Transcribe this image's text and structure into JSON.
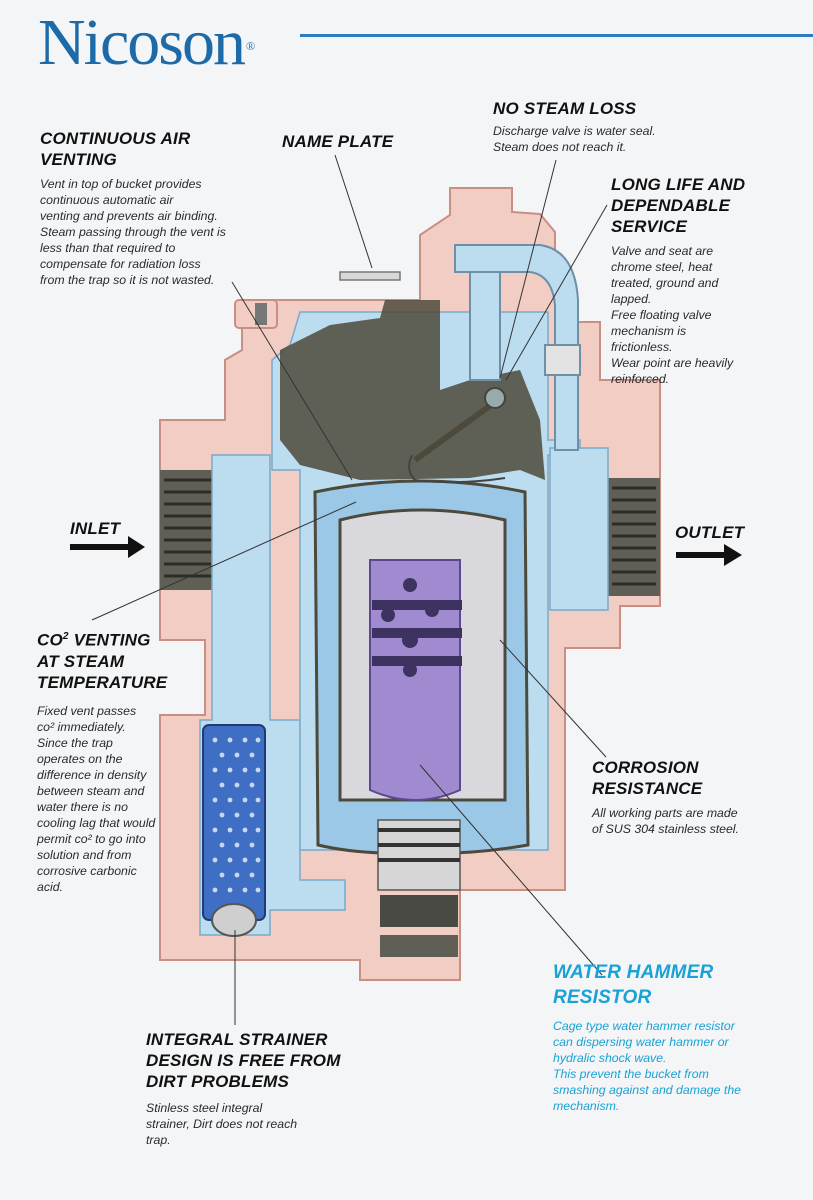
{
  "brand": {
    "name": "Nicoson",
    "mark": "®"
  },
  "labels": {
    "continuous_air": {
      "title": "CONTINUOUS AIR\nVENTING",
      "text": "Vent in top of bucket provides\ncontinuous automatic air\nventing and prevents air binding.\nSteam passing through the vent is\nless than that required to\ncompensate for radiation loss\nfrom the trap so it is not wasted."
    },
    "name_plate": {
      "title": "NAME PLATE"
    },
    "no_steam_loss": {
      "title": "NO STEAM LOSS",
      "text": "Discharge valve is water seal.\nSteam does not reach it."
    },
    "long_life": {
      "title": "LONG LIFE AND\nDEPENDABLE\nSERVICE",
      "text": "Valve and seat are\nchrome steel, heat\ntreated, ground and\nlapped.\nFree floating valve\nmechanism is\nfrictionless.\nWear point are heavily\nreinforced."
    },
    "inlet": {
      "title": "INLET"
    },
    "outlet": {
      "title": "OUTLET"
    },
    "co2_venting": {
      "title_main": "CO",
      "title_sup": "2",
      "title_rest": " VENTING\nAT STEAM\nTEMPERATURE",
      "text": "Fixed vent passes\nco² immediately.\nSince the trap\noperates on the\ndifference in density\nbetween steam and\nwater there is no\ncooling lag that would\npermit co² to go into\nsolution and from\ncorrosive carbonic\nacid."
    },
    "corrosion": {
      "title": "CORROSION\nRESISTANCE",
      "text": "All working parts are made\nof SUS 304 stainless steel."
    },
    "water_hammer": {
      "title": "WATER HAMMER\nRESISTOR",
      "text": "Cage type water hammer resistor\ncan dispersing water hammer or\nhydralic shock wave.\nThis prevent the bucket from\nsmashing against and damage the\nmechanism."
    },
    "strainer": {
      "title": "INTEGRAL STRAINER\nDESIGN IS FREE FROM\nDIRT PROBLEMS",
      "text": "Stinless steel integral\nstrainer, Dirt does not reach\ntrap."
    }
  },
  "colors": {
    "body": "#f1cdc4",
    "body_edge": "#c98e84",
    "steam_water": "#bcdcef",
    "water_deep": "#9cc8e8",
    "bucket_dark": "#4d4a3b",
    "resistor": "#a08ad0",
    "strainer": "#3f6fc4",
    "accent_blue": "#18a2d6"
  }
}
